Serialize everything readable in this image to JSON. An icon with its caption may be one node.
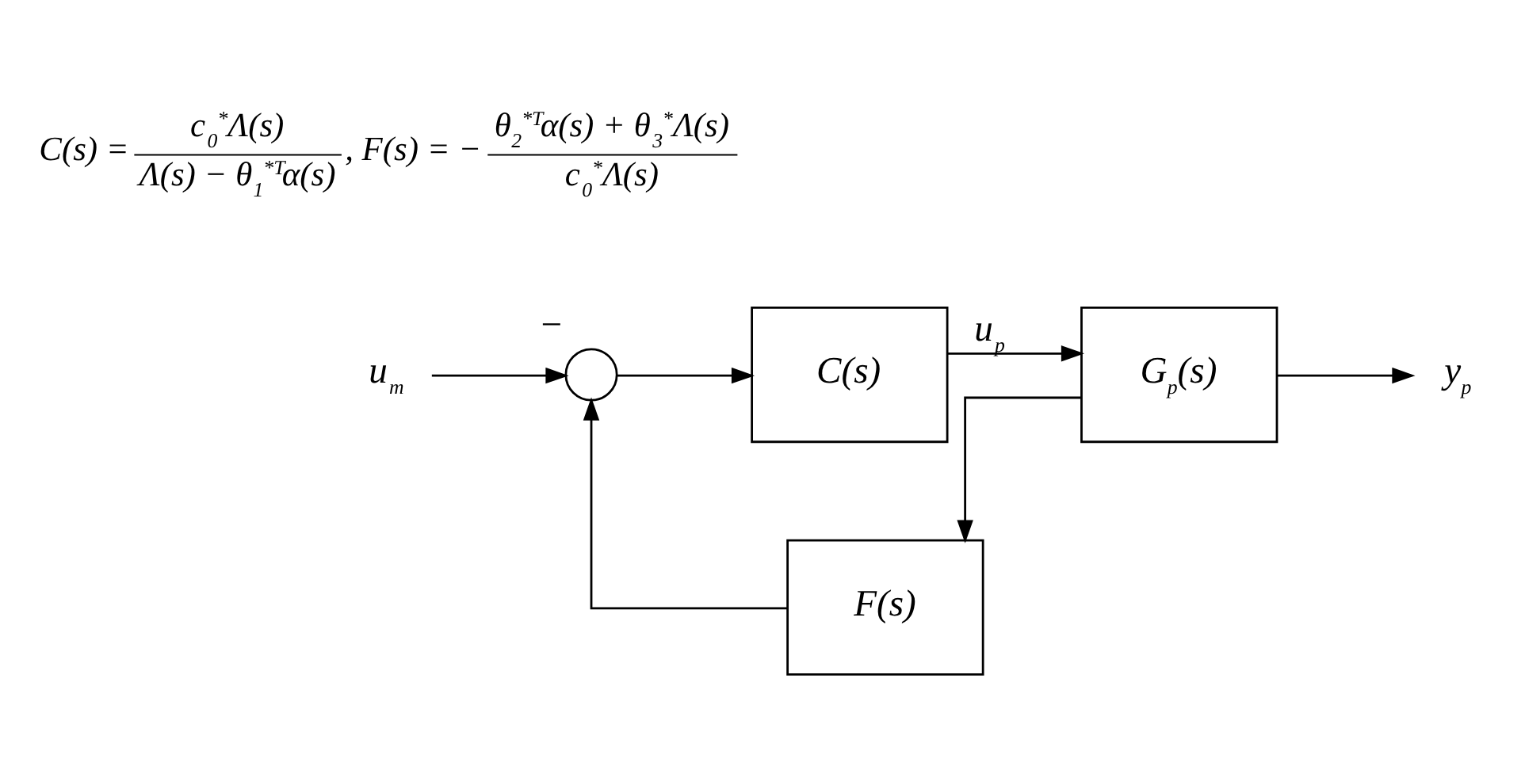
{
  "diagram": {
    "nodes": [
      {
        "text": [
          "u$_{m}$"
        ]
      },
      {
        "text": [],
        "shape": "circle",
        "beside": [
          "−"
        ]
      },
      {
        "text": [
          "C(s)"
        ]
      },
      {
        "text": [
          "G$_{p}$(s)"
        ]
      },
      {
        "text": [
          "y$_{p}$"
        ]
      },
      {
        "text": [
          "F(s)"
        ]
      }
    ],
    "edges": [
      {
        "from": 0,
        "to": 1,
        "arrow": "to"
      },
      {
        "from": 1,
        "to": 2,
        "arrow": "to"
      },
      {
        "from": 2,
        "to": 3,
        "arrow": "to",
        "label": "u$_{p}$"
      },
      {
        "from": 3,
        "to": 4,
        "arrow": "to"
      },
      {
        "from": 3,
        "to": 5,
        "arrow": "to"
      },
      {
        "from": 5,
        "to": 1,
        "arrow": "to"
      }
    ],
    "labels": [
      "C(s) =",
      "c$_{0}$$^{*}$Λ(s)",
      "Λ(s) − θ$_{1}$$^{*T}$α(s)",
      ", F(s) = −",
      "θ$_{2}$$^{*T}$α(s) + θ$_{3}$$^{*}$Λ(s)",
      "c$_{0}$$^{*}$Λ(s)"
    ]
  }
}
